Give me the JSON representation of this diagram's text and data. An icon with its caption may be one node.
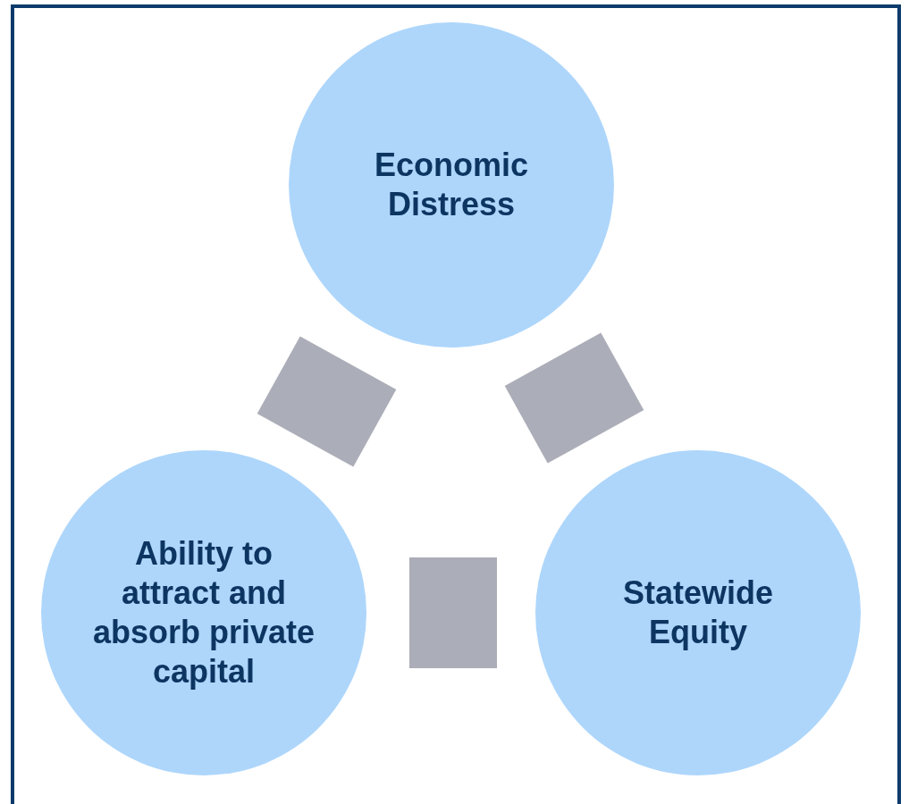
{
  "diagram": {
    "nodes": [
      {
        "text": [
          "Economic Distress"
        ]
      },
      {
        "text": [
          "Ability to attract and absorb private capital"
        ]
      },
      {
        "text": [
          "Statewide Equity"
        ]
      },
      {
        "text": [],
        "shape": "box"
      },
      {
        "text": [],
        "shape": "box"
      },
      {
        "text": [],
        "shape": "box"
      }
    ]
  }
}
